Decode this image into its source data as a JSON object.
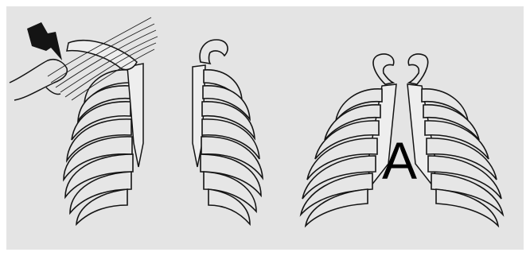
{
  "figure": {
    "background_color": "#e4e4e4",
    "line_color": "#141414",
    "rib_fill_color": "#e6e6e6",
    "panels": [
      {
        "name": "thorax-being-cut",
        "icon": "scissors-icon"
      },
      {
        "name": "hemithorax-right"
      },
      {
        "name": "thorax-rejoined",
        "label": "A"
      }
    ]
  }
}
